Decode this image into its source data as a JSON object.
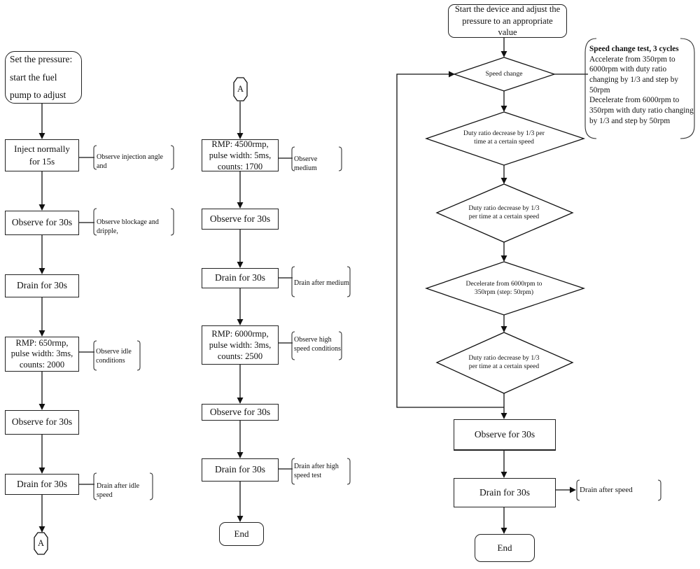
{
  "left": {
    "start": "Set the pressure:   start the fuel pump to adjust",
    "inject": "Inject normally for 15s",
    "note_inject": "Observe injection angle and",
    "observe1": "Observe for 30s",
    "note_observe1": "Observe blockage and dripple,",
    "drain1": "Drain for 30s",
    "rmp650": "RMP: 650rmp, pulse width: 3ms, counts: 2000",
    "note_idle": "Observe idle conditions",
    "observe2": "Observe for 30s",
    "drain2": "Drain for 30s",
    "note_drain2": "Drain after idle speed",
    "connector_out": "A"
  },
  "middle": {
    "connector_in": "A",
    "rmp4500": "RMP: 4500rmp, pulse width: 5ms, counts: 1700",
    "note_medium": "Observe medium",
    "observe": "Observe for 30s",
    "drain1": "Drain for 30s",
    "note_drain1": "Drain after medium",
    "rmp6000": "RMP: 6000rmp, pulse width: 3ms, counts: 2500",
    "note_high": "Observe high speed conditions",
    "observe2": "Observe for 30s",
    "drain2": "Drain for 30s",
    "note_drain2": "Drain after high speed test",
    "end": "End"
  },
  "right": {
    "start": "Start the device and adjust the pressure to an appropriate value",
    "speed_change": "Speed change",
    "info": {
      "title": "Speed change test, 3 cycles",
      "line1": "Accelerate from 350rpm to 6000rpm with duty ratio changing by 1/3 and step by 50rpm",
      "line2": "Decelerate from 6000rpm to 350rpm with duty ratio changing by 1/3 and step by 50rpm"
    },
    "duty1": "Duty ratio decrease by 1/3 per time at a certain speed",
    "duty2": "Duty ratio decrease by 1/3 per time at a certain speed",
    "decel": "Decelerate from 6000rpm to 350rpm (step: 50rpm)",
    "duty3": "Duty ratio decrease by 1/3 per time at a certain speed",
    "observe": "Observe for 30s",
    "drain": "Drain for 30s",
    "note_drain": "Drain after speed",
    "end": "End"
  }
}
